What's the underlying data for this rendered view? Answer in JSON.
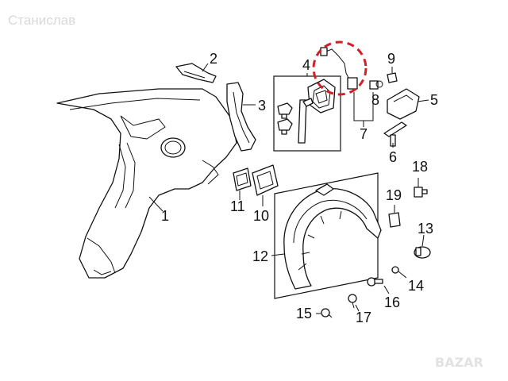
{
  "watermark": {
    "author": "Станислав",
    "site": "BAZAR"
  },
  "callouts": {
    "c1": "1",
    "c2": "2",
    "c3": "3",
    "c4": "4",
    "c5": "5",
    "c6": "6",
    "c7": "7",
    "c8": "8",
    "c9": "9",
    "c10": "10",
    "c11": "11",
    "c12": "12",
    "c13": "13",
    "c14": "14",
    "c15": "15",
    "c16": "16",
    "c17": "17",
    "c18": "18",
    "c19": "19"
  },
  "highlight": {
    "color": "#d21f26",
    "target": "fuel-lid-opener-cable"
  }
}
